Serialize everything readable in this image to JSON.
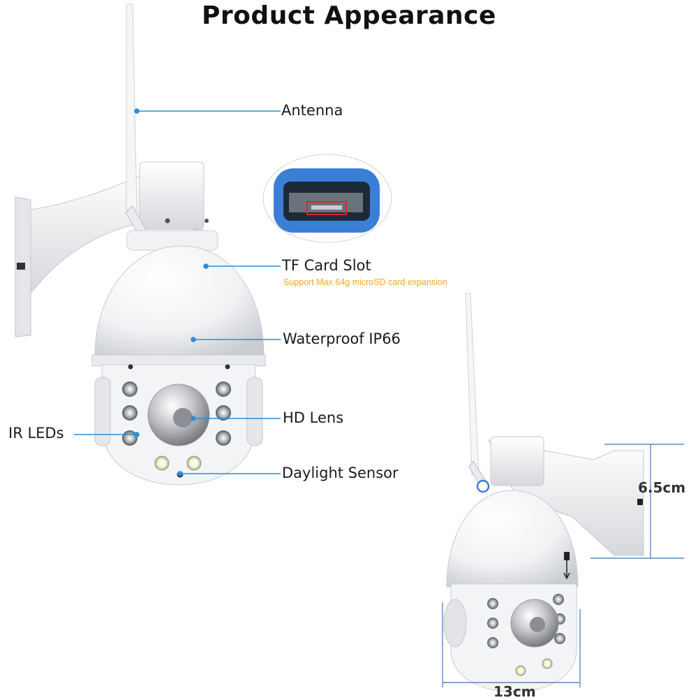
{
  "title": "Product Appearance",
  "callouts": {
    "antenna": "Antenna",
    "tf_card_slot": "TF Card Slot",
    "tf_card_note": "Support Max 64g microSD card expansion",
    "waterproof": "Waterproof IP66",
    "hd_lens": "HD Lens",
    "ir_leds": "IR LEDs",
    "daylight_sensor": "Daylight Sensor"
  },
  "dimensions": {
    "height": "6.5cm",
    "width": "13cm"
  },
  "colors": {
    "leader_line": "#2a8fd6",
    "note_text": "#f0a825",
    "dimension_line": "#5e87c0"
  }
}
